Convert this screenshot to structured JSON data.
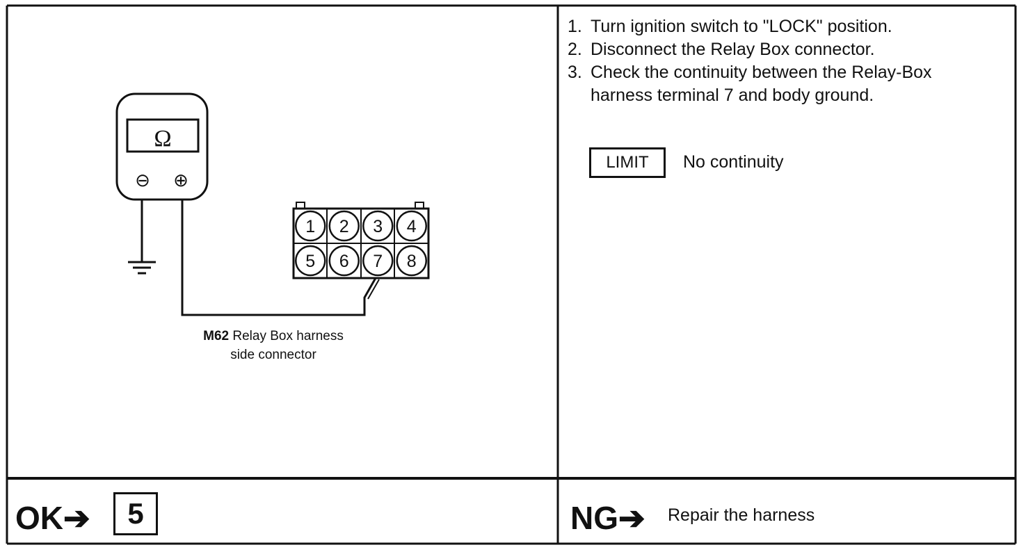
{
  "procedure": {
    "steps": [
      {
        "num": "1.",
        "text": "Turn ignition switch to \"LOCK\" position."
      },
      {
        "num": "2.",
        "text": "Disconnect the Relay Box connector."
      },
      {
        "num": "3.",
        "text": "Check the continuity between the Relay-Box"
      }
    ],
    "step3_cont": "harness terminal 7 and body ground."
  },
  "limit": {
    "label": "LIMIT",
    "value": "No continuity"
  },
  "meter": {
    "display_symbol": "Ω",
    "minus_terminal": "⊖",
    "plus_terminal": "⊕"
  },
  "connector": {
    "terminals": [
      "1",
      "2",
      "3",
      "4",
      "5",
      "6",
      "7",
      "8"
    ],
    "probed_terminal": "7",
    "caption_code": "M62",
    "caption_line1": "Relay Box harness",
    "caption_line2": "side connector"
  },
  "results": {
    "ok_label": "OK",
    "ok_arrow": "➔",
    "ok_next": "5",
    "ng_label": "NG",
    "ng_arrow": "➔",
    "ng_action": "Repair the harness"
  }
}
